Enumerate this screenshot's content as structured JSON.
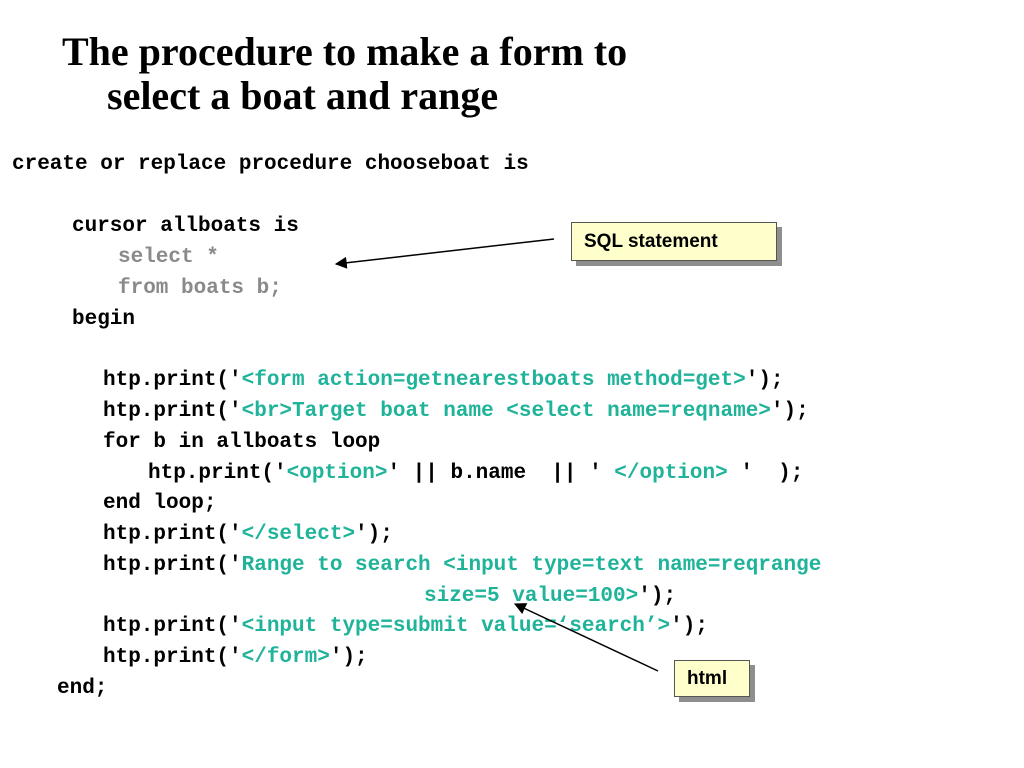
{
  "title": {
    "line1": "The procedure to make a form to",
    "line2": "select a boat and range"
  },
  "code": {
    "line_create": "create or replace procedure chooseboat is",
    "line_cursor": "cursor allboats is",
    "line_select": "select *",
    "line_from": "from boats b;",
    "line_begin": "begin",
    "l1": {
      "a": "htp.print('",
      "b": "<form action=getnearestboats method=get>",
      "c": "');"
    },
    "l2": {
      "a": "htp.print('",
      "b": "<br>Target boat name <select name=reqname>",
      "c": "');"
    },
    "line_for": "for b in allboats loop",
    "l3": {
      "a": "htp.print('",
      "b": "<option>",
      "c": "' || b.name  || ' ",
      "d": "</option>",
      "e": " '  );"
    },
    "line_endloop": "end loop;",
    "l4": {
      "a": "htp.print('",
      "b": "</select>",
      "c": "');"
    },
    "l5": {
      "a": "htp.print('",
      "b": "Range to search <input type=text name=reqrange"
    },
    "l6": {
      "b": "size=5 value=100>",
      "c": "');"
    },
    "l7": {
      "a": "htp.print('",
      "b": "<input type=submit value=‘search’>",
      "c": "');"
    },
    "l8": {
      "a": "htp.print('",
      "b": "</form>",
      "c": "');"
    },
    "line_end": "end;"
  },
  "callouts": {
    "sql": "SQL statement",
    "html": "html"
  },
  "colors": {
    "comment_gray": "#8a8a8a",
    "html_teal": "#1fb39a",
    "callout_fill": "#ffffcc",
    "callout_shadow": "#8e8e8e"
  }
}
